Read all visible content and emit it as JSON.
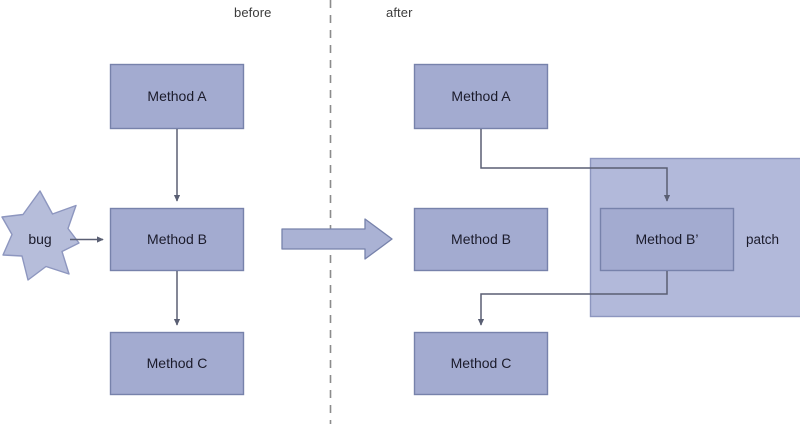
{
  "diagram": {
    "title_left": "before",
    "title_right": "after",
    "divider": "dashed-vertical-divider",
    "transition_arrow": "block-arrow-right",
    "colors": {
      "node_fill": "#a3abd0",
      "node_stroke": "#7782ab",
      "patch_fill": "#b2b9da",
      "patch_stroke": "#8d96bf",
      "bug_fill": "#b6bdda",
      "bug_stroke": "#8d96bf",
      "connector": "#5a5f73",
      "divider": "#8c8c8c",
      "block_arrow_fill": "#aab2d4",
      "block_arrow_stroke": "#7782ab",
      "text": "#1b1b2b",
      "header_text": "#3c3c3c",
      "background": "#ffffff"
    },
    "before": {
      "nodes": [
        {
          "id": "a",
          "label": "Method A"
        },
        {
          "id": "b",
          "label": "Method B"
        },
        {
          "id": "c",
          "label": "Method C"
        }
      ],
      "bug": {
        "label": "bug",
        "shape": "7-point-star"
      },
      "edges": [
        {
          "from": "bug",
          "to": "b",
          "kind": "straight-arrow-right"
        },
        {
          "from": "a",
          "to": "b",
          "kind": "straight-arrow-down"
        },
        {
          "from": "b",
          "to": "c",
          "kind": "straight-arrow-down"
        }
      ]
    },
    "after": {
      "nodes": [
        {
          "id": "a2",
          "label": "Method A"
        },
        {
          "id": "b2",
          "label": "Method B"
        },
        {
          "id": "c2",
          "label": "Method C"
        },
        {
          "id": "bprime",
          "label": "Method B’"
        }
      ],
      "patch": {
        "label": "patch"
      },
      "edges": [
        {
          "from": "a2",
          "to": "bprime",
          "kind": "orthogonal-arrow"
        },
        {
          "from": "bprime",
          "to": "c2",
          "kind": "orthogonal-arrow"
        }
      ]
    }
  }
}
